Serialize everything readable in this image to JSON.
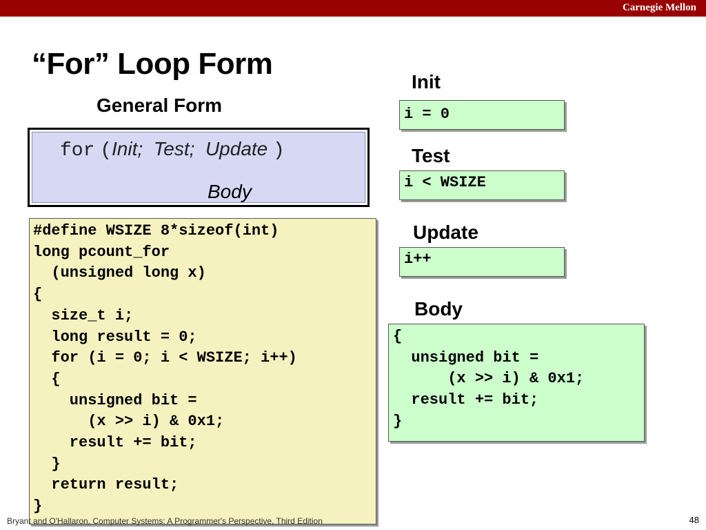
{
  "header": {
    "brand": "Carnegie Mellon",
    "bar_color": "#990000"
  },
  "title": "“For” Loop Form",
  "general_form": {
    "heading": "General Form",
    "keyword": "for",
    "open_paren": "(",
    "init": "Init;",
    "test": "Test;",
    "update": "Update",
    "close_paren": ")",
    "body": "Body",
    "background": "#d6d8f4"
  },
  "code_listing": {
    "text": "#define WSIZE 8*sizeof(int)\nlong pcount_for\n  (unsigned long x)\n{\n  size_t i;\n  long result = 0;\n  for (i = 0; i < WSIZE; i++)\n  {\n    unsigned bit =\n      (x >> i) & 0x1;\n    result += bit;\n  }\n  return result;\n}",
    "background": "#f6f2c0"
  },
  "parts": {
    "init": {
      "label": "Init",
      "code": "i = 0"
    },
    "test": {
      "label": "Test",
      "code": "i < WSIZE"
    },
    "update": {
      "label": "Update",
      "code": "i++"
    },
    "body": {
      "label": "Body",
      "code": "{\n  unsigned bit =\n      (x >> i) & 0x1;\n  result += bit;\n}"
    },
    "background": "#ccffcc"
  },
  "footer": {
    "text": "Bryant and O'Hallaron, Computer Systems: A Programmer's Perspective, Third Edition"
  },
  "page_number": "48"
}
